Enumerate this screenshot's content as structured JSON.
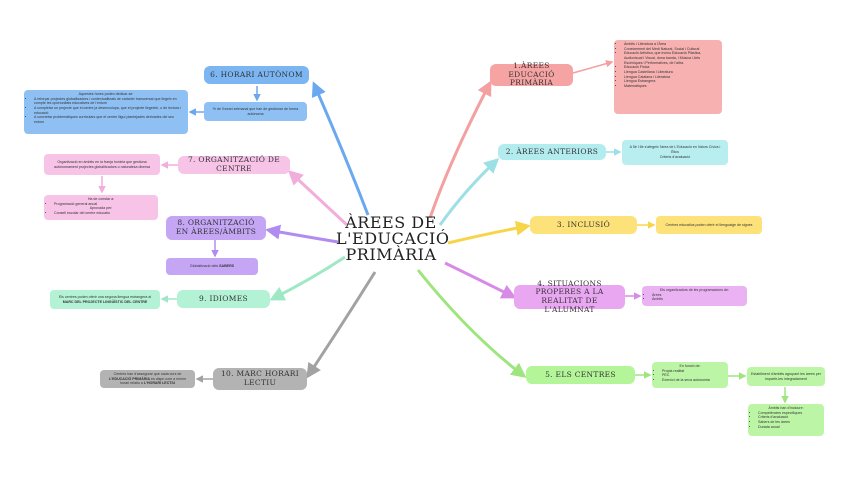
{
  "center": {
    "line1": "ÀREES DE",
    "line2": "L'EDUCACIÓ",
    "line3": "PRIMÀRIA"
  },
  "branches": {
    "b1": {
      "title": "1.ÀREES EDUCACIÓ PRIMÀRIA",
      "color": "#f5a3a3",
      "line": "#f4a0a0",
      "items": [
        "Àmbits i Literatura a l'Àrea",
        "Coneixement del Medi Natural, Social i Cultural",
        "Educació Artística, que inclou Educació Plàstica, Audiovisual i Visual, dona banda, i Música i Arts Escèniques i Performatives, de l'altra.",
        "Educació Física",
        "Llengua Castellana i Literatura",
        "Llengua Catalana i Literatura",
        "Llengua Estrangera",
        "Matemàtiques"
      ]
    },
    "b2": {
      "title": "2. ÀREES ANTERIORS",
      "color": "#b3ecef",
      "line": "#9ce0e6",
      "note_line1": "A 5è i 6è s'afegeix l'àrea de L'Educació en Valors Cívics i Ètics",
      "note_line2": "Criteris d'avaluació"
    },
    "b3": {
      "title": "3. INCLUSIÓ",
      "color": "#fde27a",
      "line": "#f7d54a",
      "note": "Centres educatius poden oferir el llenguatge de signes"
    },
    "b4": {
      "title": "4. SITUACIONS PROPERES A LA REALITAT DE L'ALUMNAT",
      "color": "#e9a7f2",
      "line": "#d88be6",
      "note_title": "Els organitzadors de les programacions de:",
      "items": [
        "Àrees",
        "Àmbits"
      ]
    },
    "b5": {
      "title": "5. ELS CENTRES",
      "color": "#b4f59a",
      "line": "#9de57c",
      "note1_title": "En funció de:",
      "note1_items": [
        "Propia realitat",
        "PEC",
        "Exercici de la seva autonomia"
      ],
      "note2": "Establiment d'àmbits agrupant les àrees per impartir-les integradament",
      "note3_title": "Àmbits han d'incloure:",
      "note3_items": [
        "Competències específiques",
        "Criteris d'avaluació",
        "Sabers de les àrees",
        "Durada anual"
      ]
    },
    "b6": {
      "title": "6. HORARI AUTÒNOM",
      "color": "#7cb6f2",
      "line": "#6aa8ef",
      "note1": "% de l'horari setmanal que han de gestionar de forma autònoma",
      "note2_title": "Aquestes hores poden dedicar-se:",
      "note2_items": [
        "A reforçar projectes globalitzadors i contextualitzats de caràcter transversal que llegeix en compte les oportunitats educatives de l'entorn",
        "A completar un projecte que el centre ja desenvolupa, que el projecte llegeixin, o de lectura i educació",
        "A concretar problemàtiques curriculars que el centre lliguí plantejades derivades del seu entorn"
      ]
    },
    "b7": {
      "title": "7. ORGANITZACIÓ DE CENTRE",
      "color": "#f7c3e6",
      "line": "#f2aedb",
      "note1": "Organització en àmbits en la franja horària que gestiona autònomament projectes globalitzadors o naturalesa diversa",
      "note2_title": "Ha de constar a:",
      "note2_items": [
        "Programació general anual",
        "Aprovada per:",
        "Consell escolar del centre educatiu"
      ]
    },
    "b8": {
      "title": "8. ORGANITZACIÓ EN ÀREES/ÀMBITS",
      "color": "#c4a6f5",
      "line": "#b08cf0",
      "note_prefix": "Globalització dels",
      "note_bold": "SABERS"
    },
    "b9": {
      "title": "9. IDIOMES",
      "color": "#b4f2d6",
      "line": "#9fe8c6",
      "note_line1": "Els centres poden oferir una segona llengua estrangera al",
      "note_bold": "MARC DEL PROJECTE LINGÜÍSTIC DEL CENTRE"
    },
    "b10": {
      "title": "10. MARC HORARI LECTIU",
      "color": "#b3b3b3",
      "line": "#a2a2a2",
      "note_line1": "Centres han d'assegurar que cada curs de",
      "note_bold1": "L'EDUCACIÓ PRIMÀRIA",
      "note_line2": "es dispn com a mínim horari relatiu a",
      "note_bold2": "L'HORARI LECTIU"
    }
  }
}
